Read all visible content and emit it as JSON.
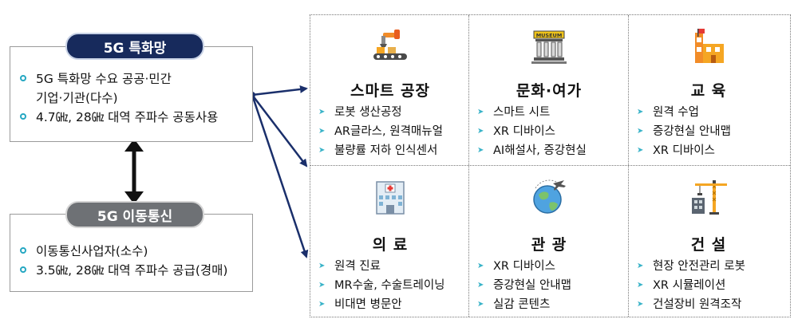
{
  "private_5g": {
    "label": "5G 특화망",
    "items": [
      "5G 특화망 수요 공공·민간",
      "기업·기관(다수)",
      "4.7㎓, 28㎓ 대역 주파수 공동사용"
    ]
  },
  "mobile_5g": {
    "label": "5G 이동통신",
    "items": [
      "이동통신사업자(소수)",
      "3.5㎓, 28㎓ 대역 주파수 공급(경매)"
    ]
  },
  "museum_sign": "MUSEUM",
  "sectors": [
    {
      "title": "스마트 공장",
      "icon": "robot-arm-icon",
      "items": [
        "로봇 생산공정",
        "AR글라스, 원격매뉴얼",
        "불량률 저하 인식센서"
      ]
    },
    {
      "title": "문화·여가",
      "icon": "museum-icon",
      "items": [
        "스마트 시트",
        "XR 디바이스",
        "AI해설사, 증강현실"
      ]
    },
    {
      "title": "교 육",
      "icon": "school-icon",
      "items": [
        "원격 수업",
        "증강현실 안내맵",
        "XR 디바이스"
      ]
    },
    {
      "title": "의 료",
      "icon": "hospital-icon",
      "items": [
        "원격 진료",
        "MR수술, 수술트레이닝",
        "비대면 병문안"
      ]
    },
    {
      "title": "관 광",
      "icon": "globe-plane-icon",
      "items": [
        "XR 디바이스",
        "증강현실 안내맵",
        "실감 콘텐츠"
      ]
    },
    {
      "title": "건 설",
      "icon": "crane-icon",
      "items": [
        "현장 안전관리 로봇",
        "XR 시뮬레이션",
        "건설장비 원격조작"
      ]
    }
  ],
  "colors": {
    "navy": "#172a5c",
    "arrow": "#1a2f6b",
    "bullet": "#25a7c2",
    "gray_pill": "#6e7175"
  }
}
